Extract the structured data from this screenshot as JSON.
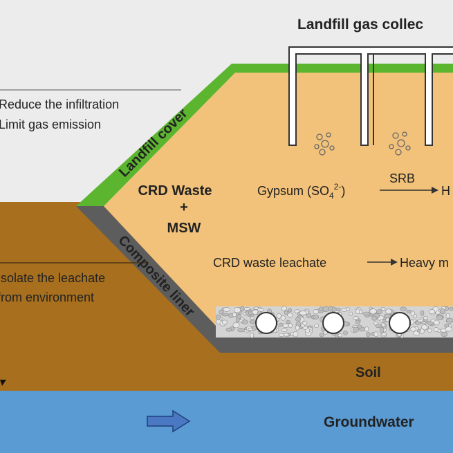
{
  "title": "Landfill gas collec",
  "cover_notes": [
    "Reduce the infiltration",
    "Limit gas emission"
  ],
  "liner_notes": [
    "Isolate the leachate",
    "from environment"
  ],
  "layers": {
    "cover": "Landfill cover",
    "liner": "Composite liner",
    "soil": "Soil",
    "groundwater": "Groundwater"
  },
  "waste": {
    "line1": "CRD Waste",
    "plus": "+",
    "line2": "MSW"
  },
  "reaction1": {
    "reactant": "Gypsum (SO",
    "sub": "4",
    "sup": "2-",
    "close": ")",
    "agent": "SRB",
    "product": "H"
  },
  "reaction2": {
    "reactant": "CRD waste leachate",
    "product": "Heavy m"
  },
  "colors": {
    "background": "#ececec",
    "waste": "#f2c27a",
    "cover": "#5cb52e",
    "liner": "#5d5d5d",
    "soil": "#a8701e",
    "groundwater": "#5a9bd4",
    "flow_arrow": "#4a78c2"
  },
  "icons": [
    "gas-bubbles-icon",
    "flow-arrow-icon",
    "collection-pipe-icon"
  ]
}
